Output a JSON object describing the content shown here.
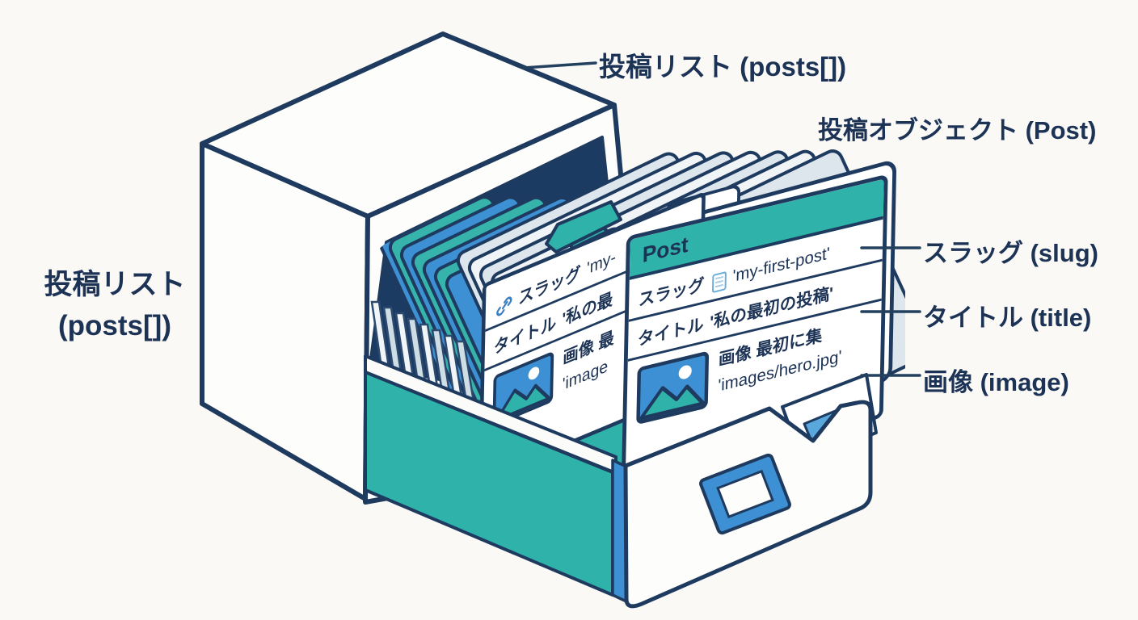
{
  "diagram_title": "投稿リスト (posts[]) cabinet diagram",
  "labels": {
    "cabinet_top": "投稿リスト (posts[])",
    "cabinet_left_line1": "投稿リスト",
    "cabinet_left_line2": "(posts[])",
    "post_object": "投稿オブジェクト (Post)",
    "slug": "スラッグ (slug)",
    "title": "タイトル (title)",
    "image": "画像 (image)"
  },
  "front_card": {
    "header": "Post",
    "slug_key": "スラッグ",
    "slug_value": "'my-first-post'",
    "title_key": "タイトル",
    "title_value": "'私の最初の投稿'",
    "image_key": "画像 最初に集",
    "image_value": "'images/hero.jpg'"
  },
  "back_card": {
    "slug_key": "スラッグ",
    "slug_value": "'my-",
    "title_key": "タイトル",
    "title_value": "'私の最",
    "image_key": "画像 最",
    "image_value": "'image"
  },
  "colors": {
    "background": "#faf9f6",
    "outline_navy": "#1e3a5f",
    "text_navy": "#1d3356",
    "teal": "#2fb2aa",
    "blue": "#3d90d4",
    "light_blue": "#58a7dd",
    "paper_light": "#dce6ec",
    "paper_white": "#f0f4f7",
    "opening_dark": "#1c3b63"
  }
}
